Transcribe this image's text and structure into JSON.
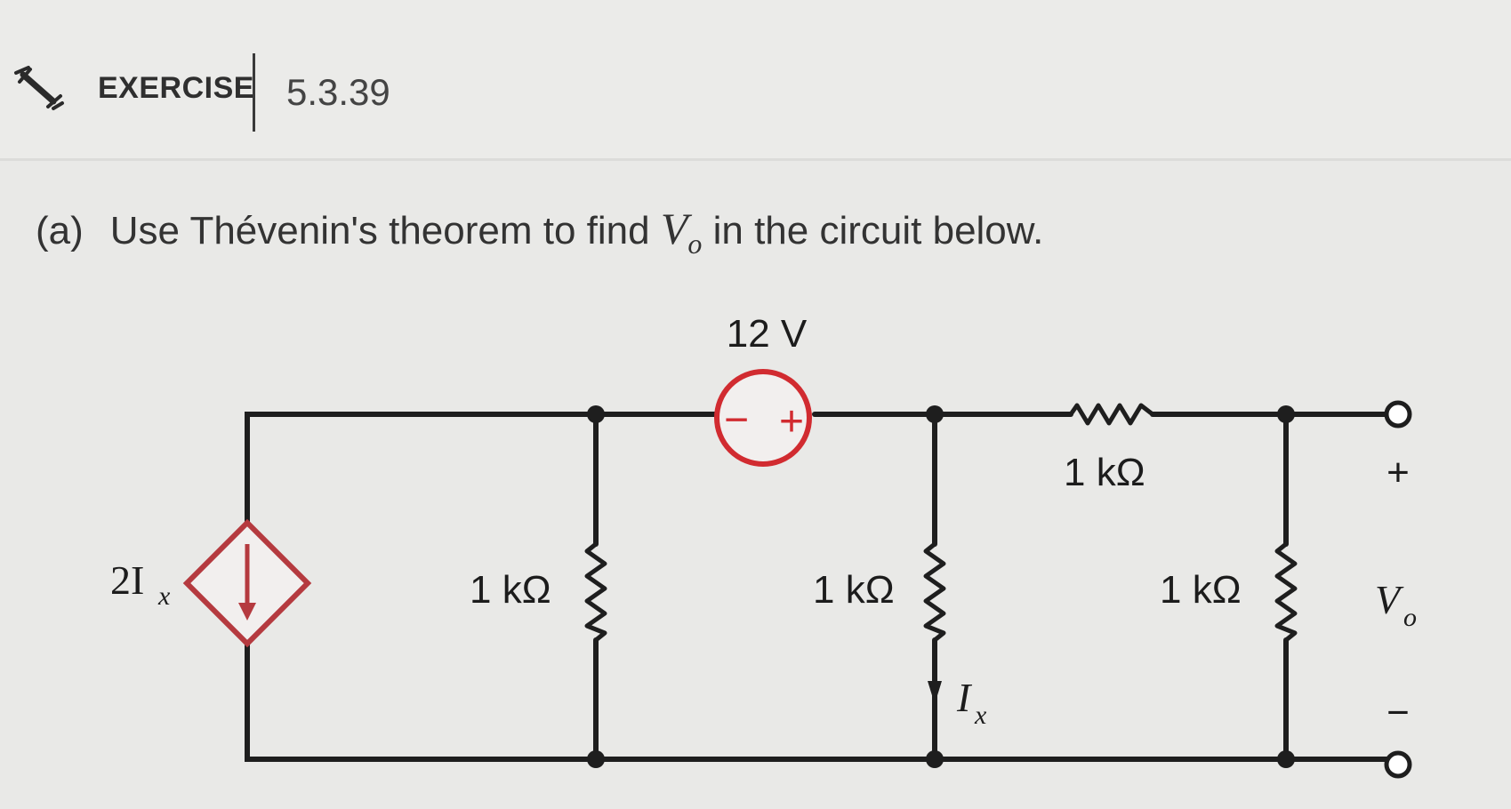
{
  "header": {
    "label": "EXERCISE",
    "number": "5.3.39",
    "icon": "wrench-icon"
  },
  "question": {
    "part": "(a)",
    "text_before": "Use Thévenin's theorem to find",
    "var": "V",
    "var_sub": "o",
    "text_after": "in the circuit below."
  },
  "circuit": {
    "source_value": "12 V",
    "source_minus": "−",
    "source_plus": "+",
    "dep_source_coeff": "2I",
    "dep_source_sub": "x",
    "r1": "1 kΩ",
    "r2": "1 kΩ",
    "r3": "1 kΩ",
    "r4": "1 kΩ",
    "current_label": "I",
    "current_sub": "x",
    "vo_plus": "+",
    "vo_minus": "−",
    "vo_label": "V",
    "vo_sub": "o"
  },
  "colors": {
    "source_red": "#d12b30",
    "dep_source_red": "#b53a3f",
    "wire": "#1e1e1e"
  }
}
